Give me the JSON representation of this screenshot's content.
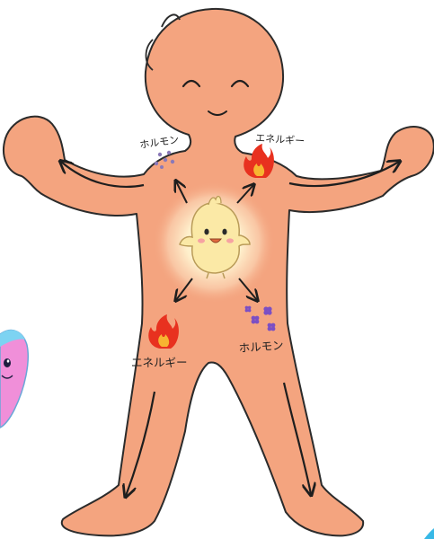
{
  "labels": {
    "upper_left": "ホルモン",
    "upper_right": "エネルギー",
    "lower_left": "エネルギー",
    "lower_right": "ホルモン"
  },
  "colors": {
    "skin": "#f4a47f",
    "outline": "#2b2b2b",
    "glow": "#fff3c8",
    "chick": "#fbe9a6",
    "cheek": "#f6a2a2",
    "flame_outer": "#e8311f",
    "flame_inner": "#f7b531",
    "hormone_dots_upper": "#8a79b8",
    "hormone_flowers": "#7b4fc4",
    "side_character_pink": "#f08fd9",
    "side_character_blue": "#7dd3f2",
    "corner_accent": "#38b8e6"
  },
  "icons": {
    "upper_left": "hormone-dots-icon",
    "upper_right": "flame-icon",
    "lower_left": "flame-icon",
    "lower_right": "hormone-flowers-icon",
    "center": "chick-character",
    "left_edge": "pink-blue-character"
  }
}
